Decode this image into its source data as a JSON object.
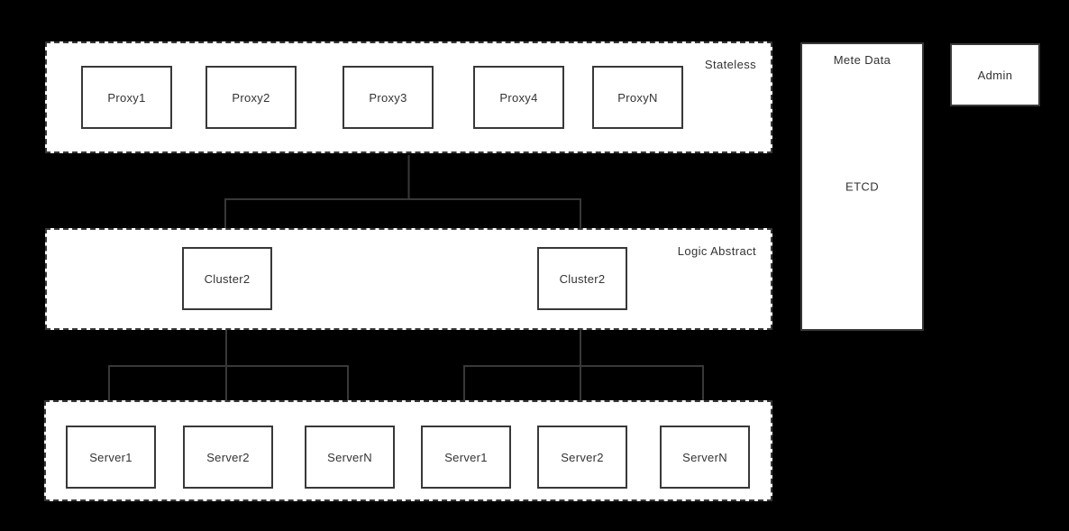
{
  "colors": {
    "background": "#000000",
    "surface": "#ffffff",
    "line": "#383838",
    "text": "#333333"
  },
  "layers": {
    "stateless": {
      "label": "Stateless",
      "nodes": [
        {
          "label": "Proxy1"
        },
        {
          "label": "Proxy2"
        },
        {
          "label": "Proxy3"
        },
        {
          "label": "Proxy4"
        },
        {
          "label": "ProxyN"
        }
      ]
    },
    "logic": {
      "label": "Logic Abstract",
      "nodes": [
        {
          "label": "Cluster2"
        },
        {
          "label": "Cluster2"
        }
      ]
    },
    "servers": {
      "nodes": [
        {
          "label": "Server1"
        },
        {
          "label": "Server2"
        },
        {
          "label": "ServerN"
        },
        {
          "label": "Server1"
        },
        {
          "label": "Server2"
        },
        {
          "label": "ServerN"
        }
      ]
    }
  },
  "meta_data": {
    "title": "Mete Data",
    "node": "ETCD"
  },
  "admin": {
    "label": "Admin"
  }
}
